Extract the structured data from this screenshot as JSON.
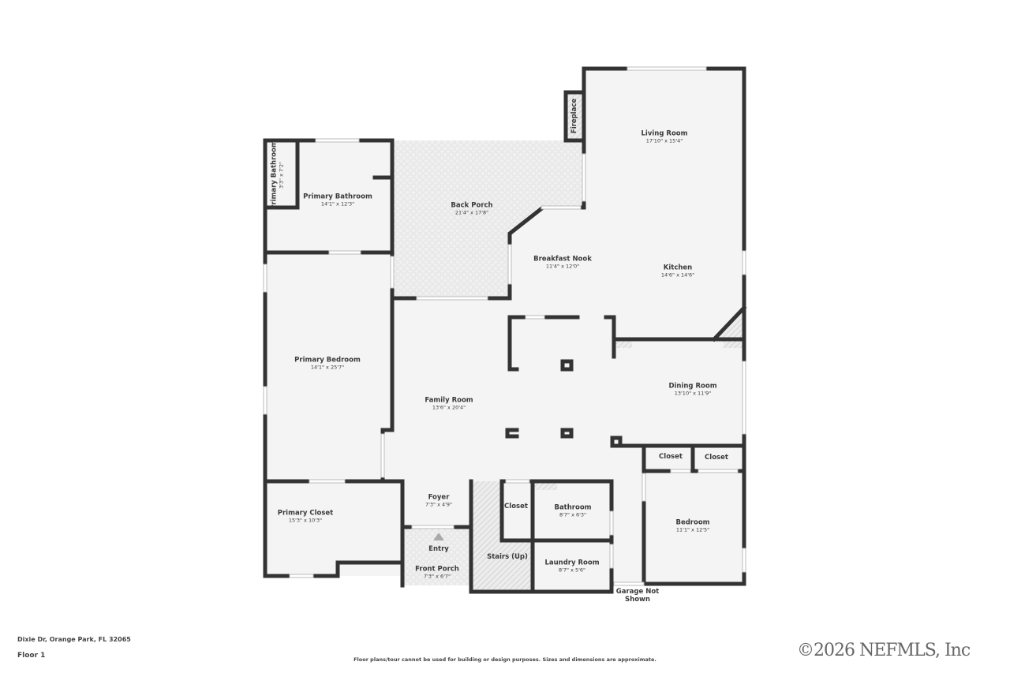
{
  "colors": {
    "wall": "#333333",
    "floor": "#f4f4f4",
    "porch": "#ececec",
    "hatch": "#c8c8c8"
  },
  "rooms": {
    "primary_bath_small": {
      "name": "Primary Bathroom",
      "dims": "3'3\" x 7'2\""
    },
    "primary_bath": {
      "name": "Primary Bathroom",
      "dims": "14'1\" x 12'3\""
    },
    "back_porch": {
      "name": "Back Porch",
      "dims": "21'4\" x 17'8\""
    },
    "fireplace": {
      "name": "Fireplace"
    },
    "living_room": {
      "name": "Living Room",
      "dims": "17'10\" x 15'4\""
    },
    "breakfast_nook": {
      "name": "Breakfast Nook",
      "dims": "11'4\" x 12'0\""
    },
    "kitchen": {
      "name": "Kitchen",
      "dims": "14'6\" x 14'6\""
    },
    "primary_bedroom": {
      "name": "Primary Bedroom",
      "dims": "14'1\" x 25'7\""
    },
    "family_room": {
      "name": "Family Room",
      "dims": "13'6\" x 20'4\""
    },
    "dining_room": {
      "name": "Dining Room",
      "dims": "13'10\" x 11'9\""
    },
    "closet_1": {
      "name": "Closet"
    },
    "closet_2": {
      "name": "Closet"
    },
    "closet_3": {
      "name": "Closet"
    },
    "primary_closet": {
      "name": "Primary Closet",
      "dims": "15'3\" x 10'3\""
    },
    "foyer": {
      "name": "Foyer",
      "dims": "7'3\" x 4'9\""
    },
    "entry": {
      "name": "Entry"
    },
    "front_porch": {
      "name": "Front Porch",
      "dims": "7'3\" x 6'7\""
    },
    "stairs": {
      "name": "Stairs (Up)"
    },
    "bathroom": {
      "name": "Bathroom",
      "dims": "8'7\" x 6'3\""
    },
    "laundry_room": {
      "name": "Laundry Room",
      "dims": "8'7\" x 5'6\""
    },
    "bedroom": {
      "name": "Bedroom",
      "dims": "11'1\" x 12'5\""
    },
    "garage": {
      "name": "Garage Not Shown"
    }
  },
  "footer": {
    "address": "Dixie Dr, Orange Park, FL 32065",
    "floor": "Floor 1",
    "disclaimer": "Floor plans/tour cannot be used for building or design purposes. Sizes and dimensions are approximate.",
    "watermark": "©2026 NEFMLS, Inc"
  }
}
